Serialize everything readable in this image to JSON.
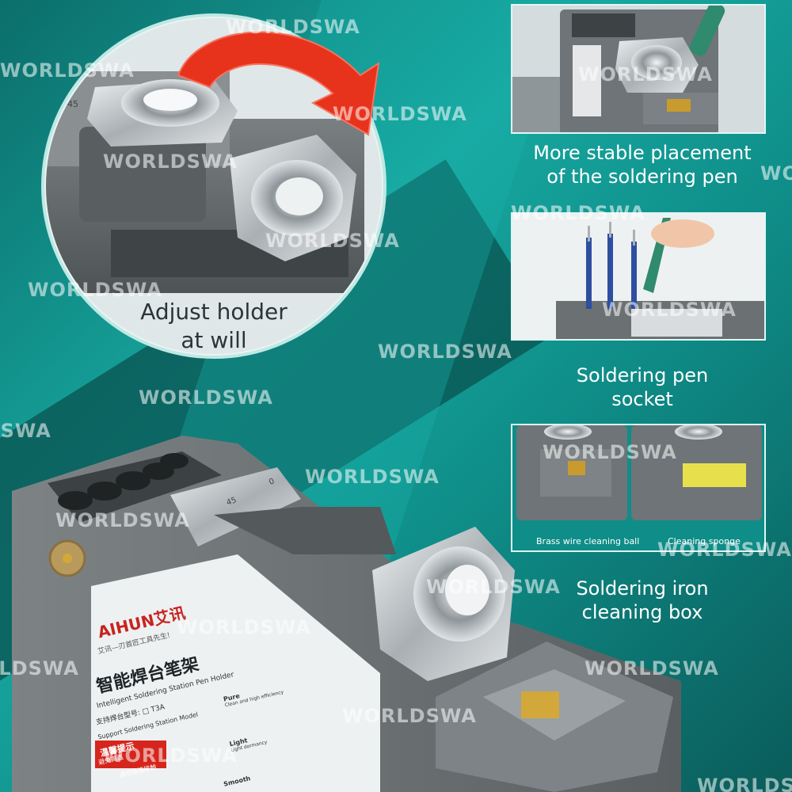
{
  "captions": {
    "circle": [
      "Adjust holder",
      "at will"
    ],
    "panel1": [
      "More stable placement",
      "of the soldering pen"
    ],
    "panel2": [
      "Soldering pen",
      "socket"
    ],
    "panel3": [
      "Soldering iron",
      "cleaning box"
    ],
    "panel3_left_label": "Brass wire cleaning ball",
    "panel3_right_label": "Cleaning sponge"
  },
  "watermark": "WORLDSWA",
  "product_label": {
    "brand": "AIHUN",
    "brand_cn": "艾讯",
    "tagline_cn": "艾讯—刃首匠工具先生!",
    "title_cn": "智能焊台笔架",
    "title_en": "Intelligent Soldering Station Pen Holder",
    "model_cn": "支持焊台型号:",
    "model_value": "□ T3A",
    "model_en": "Support Soldering Station Model",
    "warning_cn": "温馨提示",
    "warning_line1_cn": "避免高温",
    "warning_line2_cn": "请勿直接接触",
    "feature_1": "Pure",
    "feature_1_sub": "Clean and high efficiency",
    "feature_2": "Light",
    "feature_2_sub": "Light dormancy",
    "feature_3": "Smooth"
  },
  "holder_marks": {
    "angle_a": "45",
    "angle_b": "0",
    "angle_c": "45"
  },
  "colors": {
    "teal_bg": "#17a7a0",
    "dark_teal": "#0a5c5a",
    "arrow_red": "#e8331c",
    "device_gray": "#6b7072",
    "metal": "#c9ced1",
    "brass": "#d3a83a",
    "sponge": "#e7e04c",
    "warning_red": "#d5261d"
  }
}
